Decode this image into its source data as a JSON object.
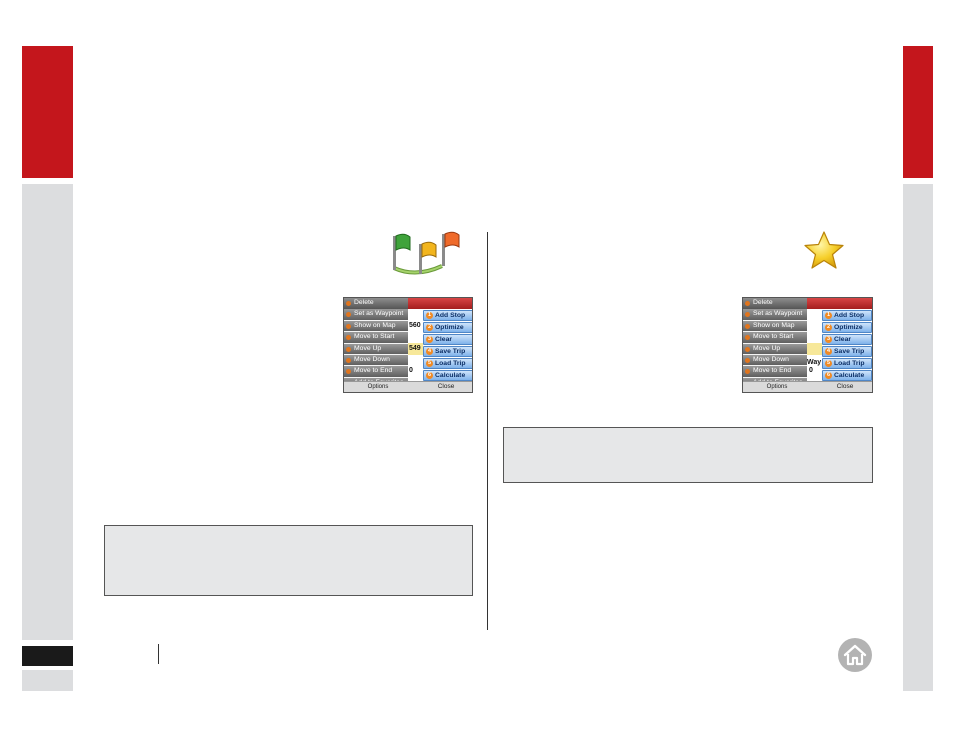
{
  "colors": {
    "accent_red": "#c4161c",
    "side_grey": "#dcdddf",
    "note_bg": "#e6e7e8",
    "button_blue": "#7fb2ea",
    "menu_grey": "#7a7a7a"
  },
  "icons": {
    "left_section": "route-flags-icon",
    "right_section": "favorites-star-icon",
    "footer": "home-icon"
  },
  "screens": [
    {
      "menu": [
        "Delete",
        "Set as Waypoint",
        "Show on Map",
        "Move to Start",
        "Move Up",
        "Move Down",
        "Move to End",
        "Add to Favorites"
      ],
      "buttons": [
        {
          "num": "1",
          "label": "Add Stop"
        },
        {
          "num": "2",
          "label": "Optimize"
        },
        {
          "num": "3",
          "label": "Clear"
        },
        {
          "num": "4",
          "label": "Save Trip"
        },
        {
          "num": "5",
          "label": "Load Trip"
        },
        {
          "num": "6",
          "label": "Calculate"
        }
      ],
      "fragments": [
        "560",
        "549",
        "0"
      ],
      "bottom_left": "Options",
      "bottom_close": "Close"
    },
    {
      "menu": [
        "Delete",
        "Set as Waypoint",
        "Show on Map",
        "Move to Start",
        "Move Up",
        "Move Down",
        "Move to End",
        "Add to Favorites"
      ],
      "buttons": [
        {
          "num": "1",
          "label": "Add Stop"
        },
        {
          "num": "2",
          "label": "Optimize"
        },
        {
          "num": "3",
          "label": "Clear"
        },
        {
          "num": "4",
          "label": "Save Trip"
        },
        {
          "num": "5",
          "label": "Load Trip"
        },
        {
          "num": "6",
          "label": "Calculate"
        }
      ],
      "fragments": [
        "Way",
        "0"
      ],
      "bottom_left": "Options",
      "bottom_close": "Close"
    }
  ]
}
